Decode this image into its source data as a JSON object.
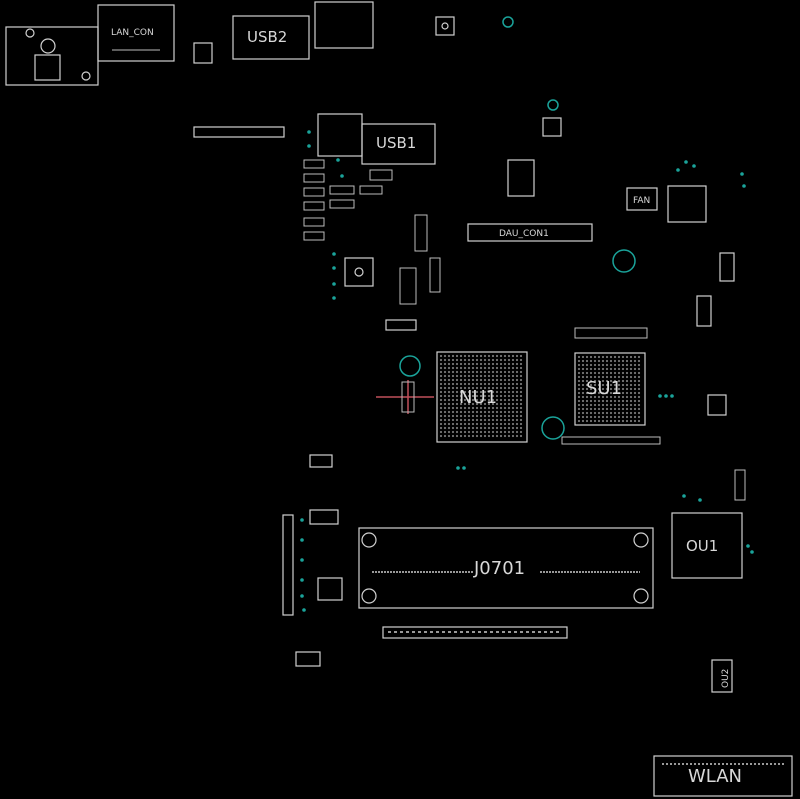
{
  "colors": {
    "background": "#000000",
    "outline": "#d0d0d0",
    "via": "#1aa39a",
    "marker": "#c0505a"
  },
  "labels": {
    "lan_con": "LAN_CON",
    "usb2": "USB2",
    "usb1": "USB1",
    "dau_con1": "DAU_CON1",
    "fan": "FAN",
    "nu1": "NU1",
    "su1": "SU1",
    "ou1": "OU1",
    "j0701": "J0701",
    "wlan": "WLAN",
    "ou2": "OU2"
  }
}
